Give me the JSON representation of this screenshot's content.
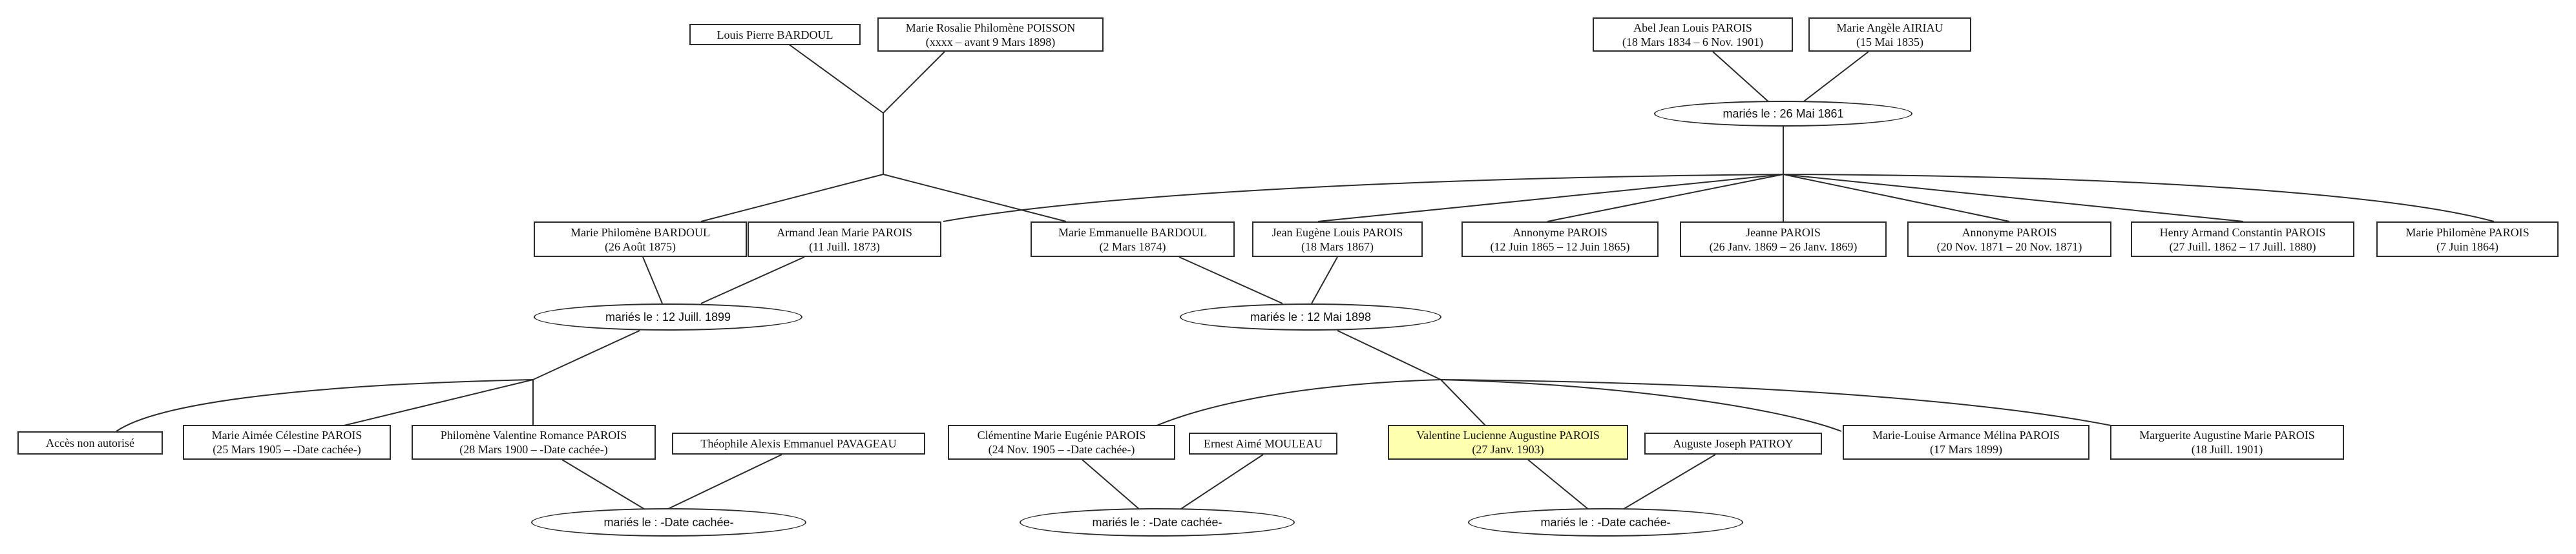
{
  "persons": {
    "louis_pierre_bardoul": {
      "name": "Louis Pierre BARDOUL",
      "dates": ""
    },
    "marie_rosalie_poisson": {
      "name": "Marie Rosalie Philomène POISSON",
      "dates": "(xxxx – avant 9 Mars 1898)"
    },
    "abel_jean_louis_parois": {
      "name": "Abel Jean Louis PAROIS",
      "dates": "(18 Mars 1834 – 6 Nov. 1901)"
    },
    "marie_angele_airiau": {
      "name": "Marie Angèle AIRIAU",
      "dates": "(15 Mai 1835)"
    },
    "marie_philomene_bardoul": {
      "name": "Marie Philomène BARDOUL",
      "dates": "(26 Août 1875)"
    },
    "armand_jean_marie_parois": {
      "name": "Armand Jean Marie PAROIS",
      "dates": "(11 Juill. 1873)"
    },
    "marie_emmanuelle_bardoul": {
      "name": "Marie Emmanuelle BARDOUL",
      "dates": "(2 Mars 1874)"
    },
    "jean_eugene_louis_parois": {
      "name": "Jean Eugène Louis PAROIS",
      "dates": "(18 Mars 1867)"
    },
    "annonyme_parois_1865": {
      "name": "Annonyme PAROIS",
      "dates": "(12 Juin 1865 – 12 Juin 1865)"
    },
    "jeanne_parois": {
      "name": "Jeanne PAROIS",
      "dates": "(26 Janv. 1869 – 26 Janv. 1869)"
    },
    "annonyme_parois_1871": {
      "name": "Annonyme PAROIS",
      "dates": "(20 Nov. 1871 – 20 Nov. 1871)"
    },
    "henry_armand_constantin_parois": {
      "name": "Henry Armand Constantin PAROIS",
      "dates": "(27 Juill. 1862 – 17 Juill. 1880)"
    },
    "marie_philomene_parois": {
      "name": "Marie Philomène PAROIS",
      "dates": "(7 Juin 1864)"
    },
    "acces_non_autorise": {
      "name": "Accès non autorisé",
      "dates": ""
    },
    "marie_aimee_celestine_parois": {
      "name": "Marie Aimée Célestine PAROIS",
      "dates": "(25 Mars 1905 – -Date cachée-)"
    },
    "philomene_valentine_romance_parois": {
      "name": "Philomène Valentine Romance PAROIS",
      "dates": "(28 Mars 1900 – -Date cachée-)"
    },
    "theophile_alexis_emmanuel_pavageau": {
      "name": "Théophile Alexis Emmanuel PAVAGEAU",
      "dates": ""
    },
    "clementine_marie_eugenie_parois": {
      "name": "Clémentine Marie Eugénie PAROIS",
      "dates": "(24 Nov. 1905 – -Date cachée-)"
    },
    "ernest_aime_mouleau": {
      "name": "Ernest Aimé MOULEAU",
      "dates": ""
    },
    "valentine_lucienne_augustine_parois": {
      "name": "Valentine Lucienne Augustine PAROIS",
      "dates": "(27 Janv. 1903)"
    },
    "auguste_joseph_patroy": {
      "name": "Auguste Joseph PATROY",
      "dates": ""
    },
    "marie_louise_armance_melina_parois": {
      "name": "Marie-Louise Armance Mélina PAROIS",
      "dates": "(17 Mars 1899)"
    },
    "marguerite_augustine_marie_parois": {
      "name": "Marguerite Augustine Marie PAROIS",
      "dates": "(18 Juill. 1901)"
    }
  },
  "marriages": {
    "m_1861": {
      "label": "mariés le : 26 Mai 1861"
    },
    "m_1899": {
      "label": "mariés le : 12 Juill. 1899"
    },
    "m_1898": {
      "label": "mariés le : 12 Mai 1898"
    },
    "m_pavageau": {
      "label": "mariés le : -Date cachée-"
    },
    "m_mouleau": {
      "label": "mariés le : -Date cachée-"
    },
    "m_patroy": {
      "label": "mariés le : -Date cachée-"
    }
  },
  "colors": {
    "line": "#2b2b2b",
    "box_border": "#2b2b2b",
    "highlight_fill": "#ffffb0"
  }
}
